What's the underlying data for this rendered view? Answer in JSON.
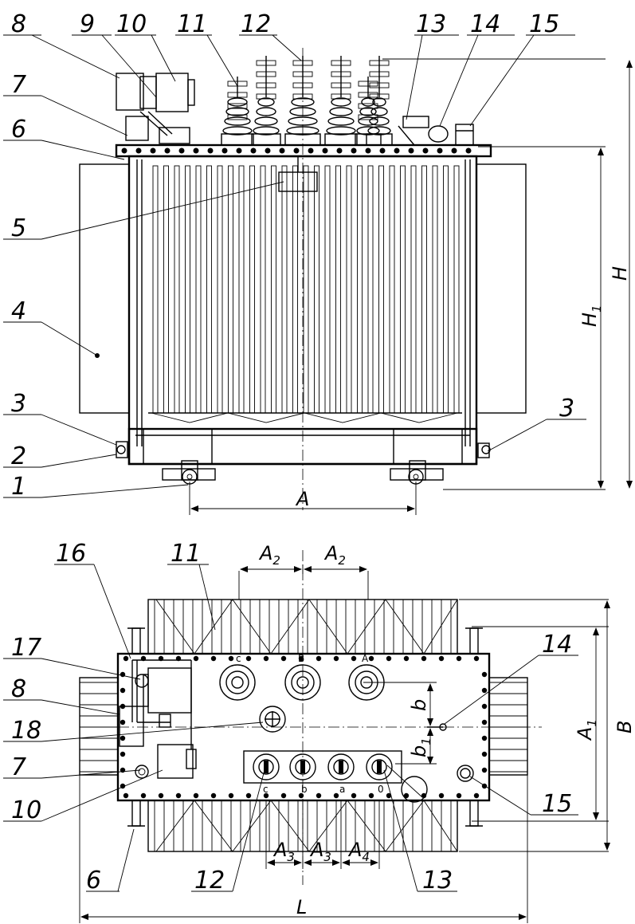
{
  "callouts_front": {
    "c1": "1",
    "c2": "2",
    "c3": "3",
    "c3b": "3",
    "c4": "4",
    "c5": "5",
    "c6": "6",
    "c7": "7",
    "c8": "8",
    "c9": "9",
    "c10": "10",
    "c11": "11",
    "c12": "12",
    "c13": "13",
    "c14": "14",
    "c15": "15"
  },
  "callouts_top": {
    "c16": "16",
    "c11": "11",
    "c17": "17",
    "c8": "8",
    "c18": "18",
    "c7": "7",
    "c10": "10",
    "c14": "14",
    "c15": "15",
    "c6": "6",
    "c12": "12",
    "c13": "13"
  },
  "dimensions": {
    "A": "A",
    "H": "H",
    "H1": "H",
    "H1_sub": "1",
    "A2_left": "A",
    "A2_right": "A",
    "A2_sub": "2",
    "A1": "A",
    "A1_sub": "1",
    "B": "B",
    "b": "b",
    "b1": "b",
    "b1_sub": "1",
    "A3_left": "A",
    "A3_right": "A",
    "A3_sub": "3",
    "A4": "A",
    "A4_sub": "4",
    "L": "L"
  },
  "terminal_labels": {
    "hv": [
      "c",
      "B",
      "A"
    ],
    "lv": [
      "c",
      "b",
      "a",
      "0"
    ]
  }
}
